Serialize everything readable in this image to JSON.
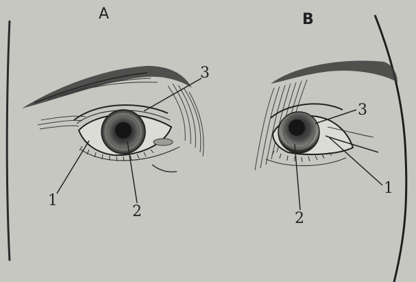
{
  "figure": {
    "panels": [
      {
        "label": "A",
        "callouts": [
          "1",
          "2",
          "3"
        ]
      },
      {
        "label": "B",
        "callouts": [
          "3",
          "2",
          "1"
        ]
      }
    ]
  }
}
